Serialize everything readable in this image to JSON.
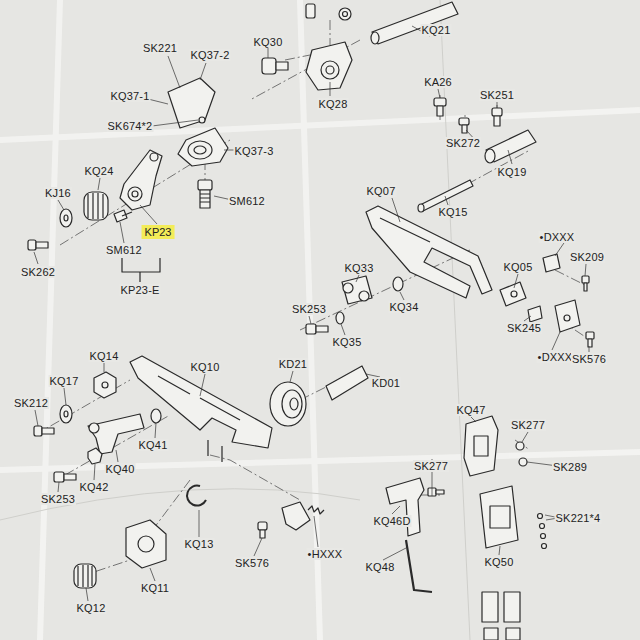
{
  "diagram": {
    "nodes": [
      {
        "text": [
          "KP23"
        ]
      }
    ],
    "labels": [
      "KQ21",
      "KQ30",
      "SK221",
      "KQ37-2",
      "KQ28",
      "KQ37-1",
      "KA26",
      "SK251",
      "SK674*2",
      "KQ37-3",
      "SK272",
      "KQ19",
      "KQ24",
      "KJ16",
      "SM612",
      "KQ07",
      "KQ15",
      "SM612",
      "•DXXX",
      "SK262",
      "SK209",
      "KP23-E",
      "KQ33",
      "KQ05",
      "SK253",
      "KQ34",
      "SK245",
      "KQ35",
      "•DXXX",
      "SK576",
      "KQ14",
      "KQ10",
      "KD21",
      "KD01",
      "KQ17",
      "KQ47",
      "SK212",
      "SK277",
      "KQ41",
      "KQ40",
      "SK253",
      "KQ42",
      "SK289",
      "SK277",
      "KQ46D",
      "SK221*4",
      "KQ13",
      "SK576",
      "•HXXX",
      "KQ50",
      "KQ48",
      "KQ11",
      "KQ12"
    ]
  }
}
